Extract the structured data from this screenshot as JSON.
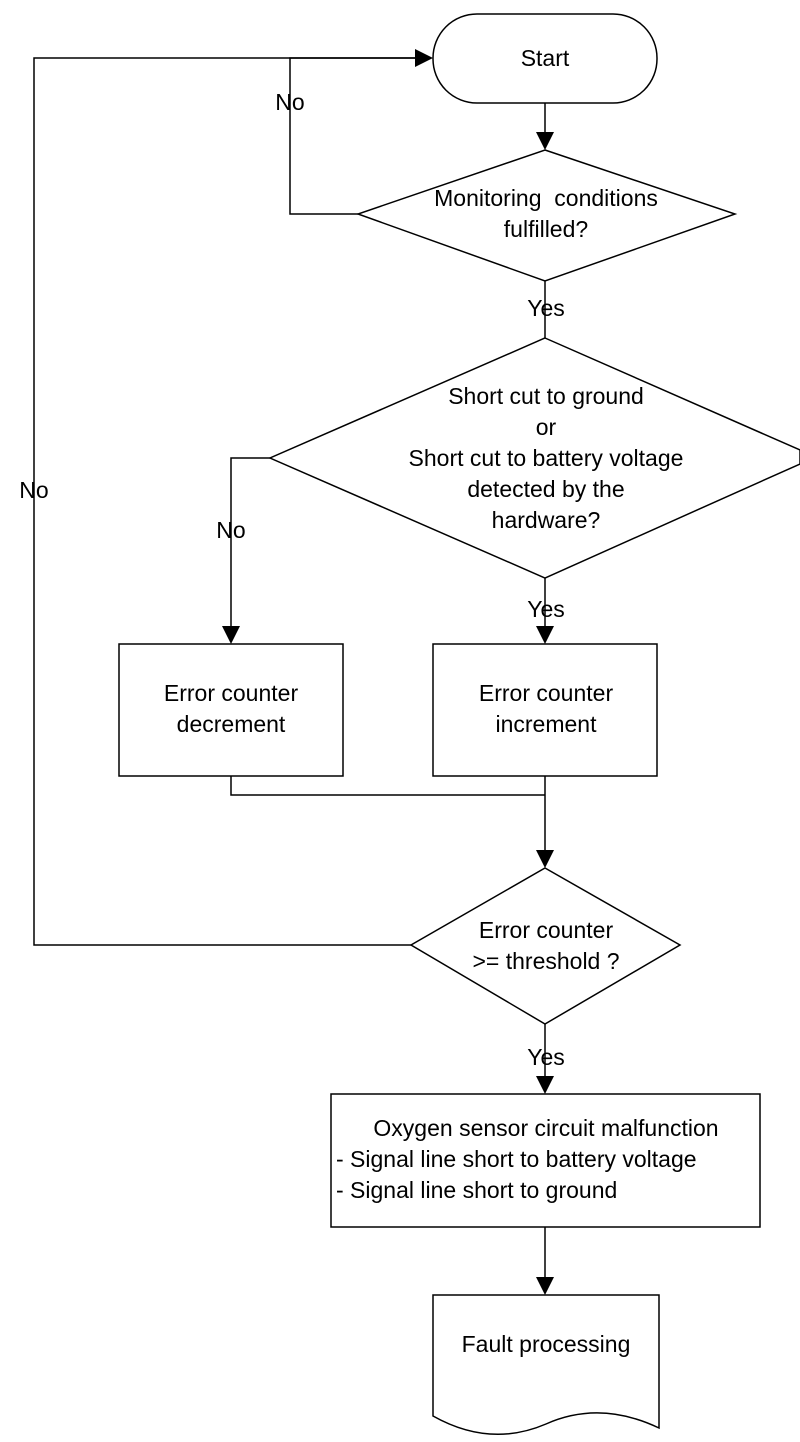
{
  "start": {
    "label": "Start"
  },
  "monitoring": {
    "line1": "Monitoring  conditions",
    "line2": "fulfilled?"
  },
  "short_cut": {
    "line1": "Short cut to ground",
    "line2": "or",
    "line3": "Short cut to battery voltage",
    "line4": "detected by the",
    "line5": "hardware?"
  },
  "decrement": {
    "line1": "Error counter",
    "line2": "decrement"
  },
  "increment": {
    "line1": "Error counter",
    "line2": "increment"
  },
  "threshold": {
    "line1": "Error counter",
    "line2": ">= threshold ?"
  },
  "malfunction": {
    "line1": "Oxygen sensor circuit malfunction",
    "line2": "- Signal line short to battery voltage",
    "line3": "- Signal line short to ground"
  },
  "fault": {
    "label": "Fault processing"
  },
  "labels": {
    "no_monitoring": "No",
    "yes_monitoring": "Yes",
    "no_shortcut": "No",
    "yes_shortcut": "Yes",
    "no_threshold": "No",
    "yes_threshold": "Yes"
  }
}
